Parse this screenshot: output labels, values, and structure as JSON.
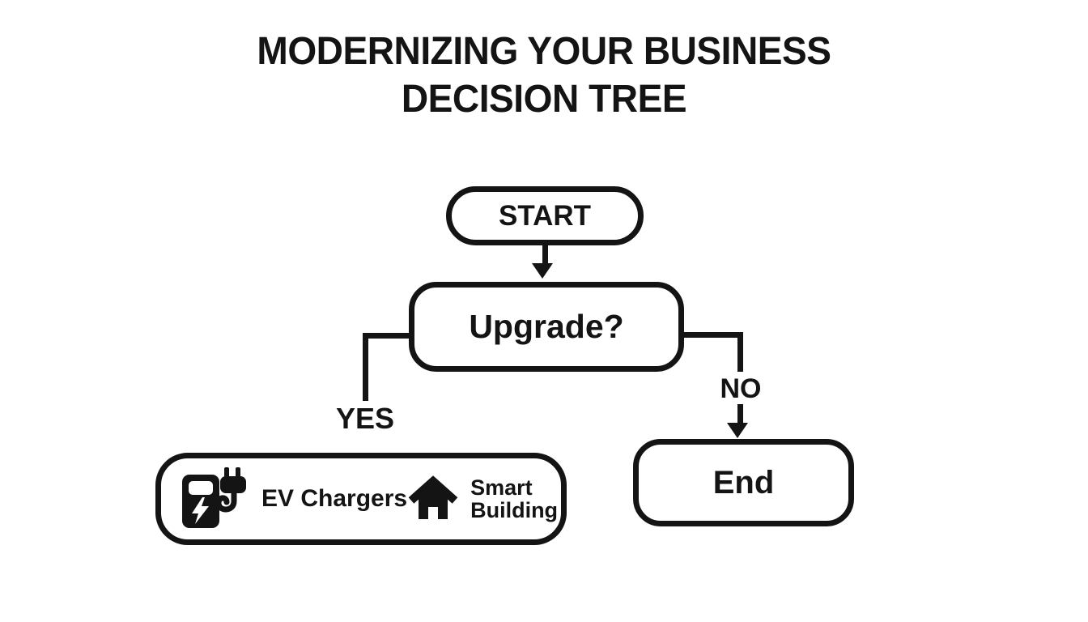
{
  "title": {
    "line1": "MODERNIZING YOUR BUSINESS",
    "line2": "DECISION TREE"
  },
  "nodes": {
    "start": "START",
    "decision": "Upgrade?",
    "end": "End"
  },
  "branches": {
    "yes": "YES",
    "no": "NO"
  },
  "options": {
    "ev_label": "EV Chargers",
    "smart_line1": "Smart",
    "smart_line2": "Building"
  },
  "icons": {
    "ev": "ev-charger-icon",
    "home": "house-icon"
  },
  "colors": {
    "ink": "#141414",
    "background": "#ffffff"
  }
}
